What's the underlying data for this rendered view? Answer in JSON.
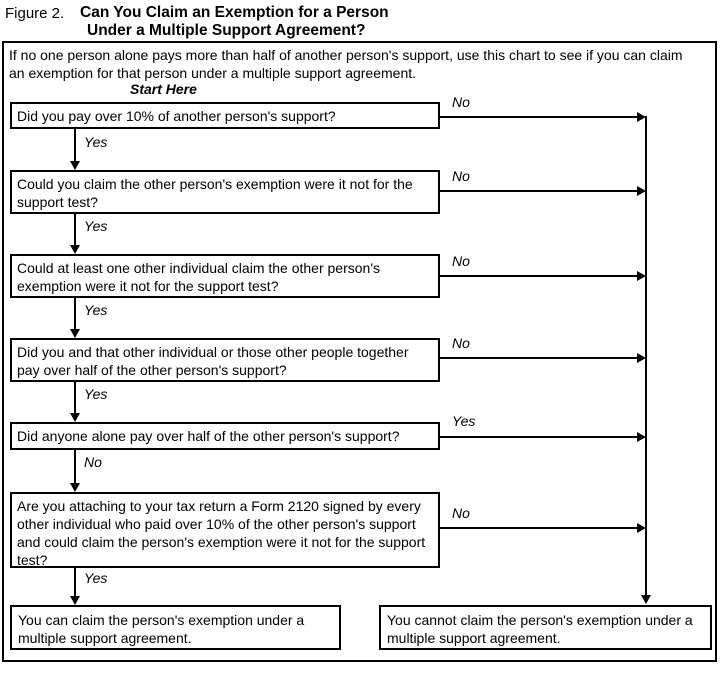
{
  "figure": {
    "label": "Figure 2.",
    "title_line1": "Can You Claim an Exemption for a Person",
    "title_line2": "Under a Multiple Support Agreement?"
  },
  "intro": {
    "line1": "If no one person alone pays more than half of another person's support, use this chart to see if you can claim",
    "line2": "an exemption for that person under a multiple support agreement."
  },
  "start_here_label": "Start Here",
  "questions": [
    {
      "text": "Did you pay over 10% of another person's support?",
      "side_label": "No",
      "down_label": "Yes"
    },
    {
      "text": "Could you claim the other person's exemption were it not for the support  test?",
      "side_label": "No",
      "down_label": "Yes"
    },
    {
      "text": "Could at least one other individual claim the other person's exemption were it not for the  support test?",
      "side_label": "No",
      "down_label": "Yes"
    },
    {
      "text": "Did you and that other individual or those other people together pay over half of the other person's support?",
      "side_label": "No",
      "down_label": "Yes"
    },
    {
      "text": "Did anyone alone pay over half of the other person's support?",
      "side_label": "Yes",
      "down_label": "No"
    },
    {
      "text": "Are you attaching to your tax return a Form 2120 signed by every other individual who paid over 10% of the other person's support and could claim the person's exemption were it not for the support  test?",
      "side_label": "No",
      "down_label": "Yes"
    }
  ],
  "results": {
    "can_claim": "You can claim the person's exemption under a multiple support agreement.",
    "cannot_claim": "You cannot claim the person's exemption under a multiple support agreement."
  },
  "colors": {
    "line": "#000000",
    "background": "#ffffff",
    "text": "#000000"
  }
}
